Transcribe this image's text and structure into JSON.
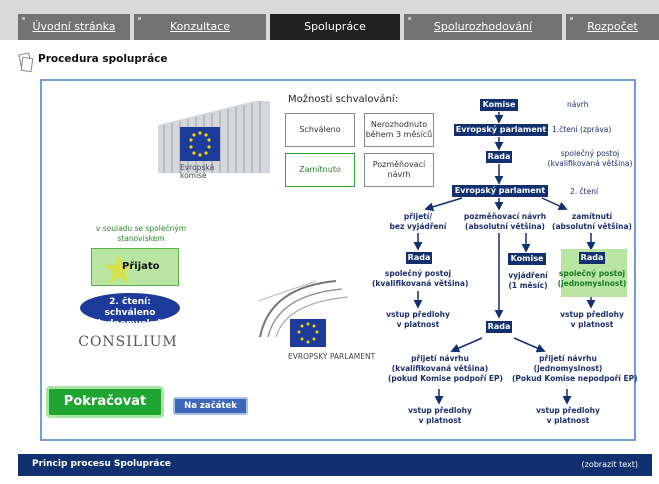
{
  "tabs": [
    {
      "label": "Úvodní stránka",
      "active": false
    },
    {
      "label": "Konzultace",
      "active": false
    },
    {
      "label": "Spolupráce",
      "active": true
    },
    {
      "label": "Spolurozhodování",
      "active": false
    },
    {
      "label": "Rozpočet",
      "active": false
    }
  ],
  "page_title": "Procedura spolupráce",
  "logos": {
    "commission": [
      "Evropská",
      "komise"
    ],
    "parliament": "EVROPSKÝ PARLAMENT",
    "council": "CONSILIUM"
  },
  "options": {
    "title": "Možnosti schvalování:",
    "approved": "Schváleno",
    "undecided": [
      "Nerozhodnuto",
      "během 3 měsíců"
    ],
    "rejected": "Zamítnuto",
    "amendment": [
      "Pozměňovací",
      "návrh"
    ]
  },
  "left": {
    "note": [
      "v souladu se společným",
      "stanoviskem"
    ],
    "accepted": "Přijato",
    "badge": [
      "2. čtení:",
      "schváleno jednomyslně"
    ]
  },
  "flow": {
    "komise": "Komise",
    "navrh": "návrh",
    "ep": "Evropský parlament",
    "first_reading": "1.čtení (zpráva)",
    "rada": "Rada",
    "common_position": [
      "společný postoj",
      "(kvalifikovaná většina)"
    ],
    "second_reading": "2. čtení",
    "branch_accept": [
      "přijetí/",
      "bez vyjádření"
    ],
    "branch_amend": [
      "pozměňovací návrh",
      "(absolutní většina)"
    ],
    "branch_reject": [
      "zamítnutí",
      "(absolutní většina)"
    ],
    "left_rada": "Rada",
    "left_position": [
      "společný postoj",
      "(kvalifikovaná většina)"
    ],
    "left_effect": [
      "vstup předlohy",
      "v platnost"
    ],
    "mid_komise": "Komise",
    "mid_opinion": [
      "vyjádření",
      "(1 měsíc)"
    ],
    "right_rada": "Rada",
    "right_position": [
      "společný postoj",
      "(jednomyslnost)"
    ],
    "right_effect": [
      "vstup předlohy",
      "v platnost"
    ],
    "bottom_rada": "Rada",
    "adopt_qmv": [
      "přijetí návrhu",
      "(kvalifikovaná většina)",
      "(pokud Komise podpoří EP)"
    ],
    "adopt_unan": [
      "přijetí návrhu",
      "(jednomyslnost)",
      "(Pokud Komise nepodpoří EP)"
    ],
    "effect_left": [
      "vstup předlohy",
      "v platnost"
    ],
    "effect_right": [
      "vstup předlohy",
      "v platnost"
    ]
  },
  "buttons": {
    "continue": "Pokračovat",
    "start": "Na začátek"
  },
  "footer": {
    "title": "Princip procesu Spolupráce",
    "toggle": "(zobrazit text)"
  },
  "colors": {
    "navy": "#10306f",
    "green": "#1fa531",
    "frame": "#6fa0d8",
    "eu_blue": "#1c3b9a",
    "eu_star": "#f5d400"
  }
}
